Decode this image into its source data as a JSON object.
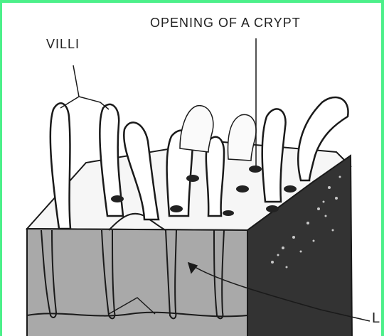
{
  "labels": {
    "villi": "VILLI",
    "crypt_opening": "OPENING OF A CRYPT",
    "partial_bottom_right": "L"
  },
  "colors": {
    "frame": "#4cf08a",
    "line": "#1a1a1a",
    "cut_face": "#a9a9a9",
    "side_face": "#333333",
    "speckle": "#c8c8c8"
  }
}
